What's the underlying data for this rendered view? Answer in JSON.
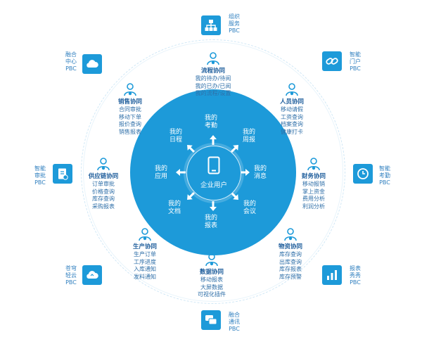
{
  "center": {
    "label": "企业用户",
    "items": [
      {
        "line1": "我的",
        "line2": "考勤"
      },
      {
        "line1": "我的",
        "line2": "周报"
      },
      {
        "line1": "我的",
        "line2": "消息"
      },
      {
        "line1": "我的",
        "line2": "会议"
      },
      {
        "line1": "我的",
        "line2": "报表"
      },
      {
        "line1": "我的",
        "line2": "文档"
      },
      {
        "line1": "我的",
        "line2": "应用"
      },
      {
        "line1": "我的",
        "line2": "日程"
      }
    ]
  },
  "modules": [
    {
      "title": "流程协同",
      "items": [
        "我的待办/待阅",
        "我的已办/已阅",
        "我的流程/设置"
      ]
    },
    {
      "title": "人员协同",
      "items": [
        "移动请假",
        "工资查询",
        "档案查询",
        "健康打卡"
      ]
    },
    {
      "title": "财务协同",
      "items": [
        "移动报销",
        "掌上资金",
        "费用分析",
        "利润分析"
      ]
    },
    {
      "title": "物资协同",
      "items": [
        "库存查询",
        "出库查询",
        "库存报表",
        "库存预警"
      ]
    },
    {
      "title": "数据协同",
      "items": [
        "移动报表",
        "大屏数据",
        "可视化插件"
      ]
    },
    {
      "title": "生产协同",
      "items": [
        "生产订单",
        "工序进度",
        "入库通知",
        "发料通知"
      ]
    },
    {
      "title": "供应链协同",
      "items": [
        "订单审批",
        "价格查询",
        "库存查询",
        "采购报表"
      ]
    },
    {
      "title": "销售协同",
      "items": [
        "合同审批",
        "移动下单",
        "报价查询",
        "销售报表"
      ]
    }
  ],
  "services": [
    {
      "lines": [
        "组织",
        "服务",
        "PBC"
      ],
      "icon": "org-chart-icon"
    },
    {
      "lines": [
        "智能",
        "门户",
        "PBC"
      ],
      "icon": "link-icon"
    },
    {
      "lines": [
        "智能",
        "考勤",
        "PBC"
      ],
      "icon": "clock-icon"
    },
    {
      "lines": [
        "报表",
        "秀秀",
        "PBC"
      ],
      "icon": "bar-chart-icon"
    },
    {
      "lines": [
        "融合",
        "通讯",
        "PBC"
      ],
      "icon": "chat-icon"
    },
    {
      "lines": [
        "苍穹",
        "轻云",
        "PBC"
      ],
      "icon": "cloud-sync-icon"
    },
    {
      "lines": [
        "智能",
        "审批",
        "PBC"
      ],
      "icon": "approval-doc-icon"
    },
    {
      "lines": [
        "融合",
        "中心",
        "PBC"
      ],
      "icon": "cloud-icon"
    }
  ],
  "colors": {
    "primary": "#1d9ad9",
    "title": "#1f5e9c",
    "text": "#2f6fa8"
  }
}
